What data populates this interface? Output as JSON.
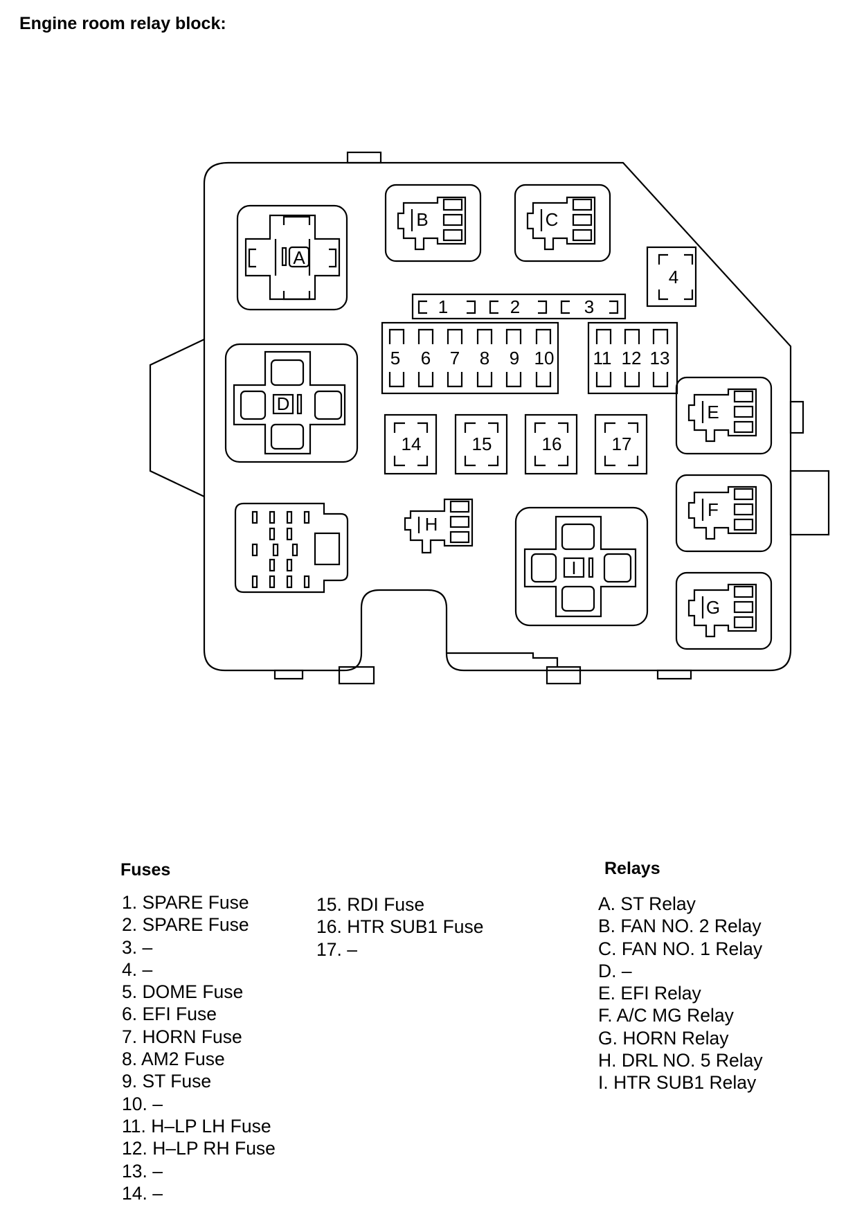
{
  "title": "Engine room relay block:",
  "diagram": {
    "relay_labels": [
      "A",
      "B",
      "C",
      "D",
      "E",
      "F",
      "G",
      "H",
      "I"
    ],
    "fuse_labels": [
      "1",
      "2",
      "3",
      "4",
      "5",
      "6",
      "7",
      "8",
      "9",
      "10",
      "11",
      "12",
      "13",
      "14",
      "15",
      "16",
      "17"
    ]
  },
  "fuses": {
    "heading": "Fuses",
    "col1": [
      "1. SPARE Fuse",
      "2. SPARE Fuse",
      "3. –",
      "4. –",
      "5. DOME Fuse",
      "6. EFI Fuse",
      "7. HORN Fuse",
      "8. AM2 Fuse",
      "9. ST Fuse",
      "10. –",
      "11. H–LP LH Fuse",
      "12. H–LP RH Fuse",
      "13. –",
      "14. –"
    ],
    "col2": [
      "15. RDI Fuse",
      "16. HTR SUB1 Fuse",
      "17. –"
    ]
  },
  "relays": {
    "heading": "Relays",
    "items": [
      "A. ST Relay",
      "B. FAN NO. 2 Relay",
      "C. FAN NO. 1 Relay",
      "D. –",
      "E. EFI Relay",
      "F. A/C MG Relay",
      "G. HORN Relay",
      "H. DRL NO. 5 Relay",
      "I. HTR SUB1 Relay"
    ]
  }
}
